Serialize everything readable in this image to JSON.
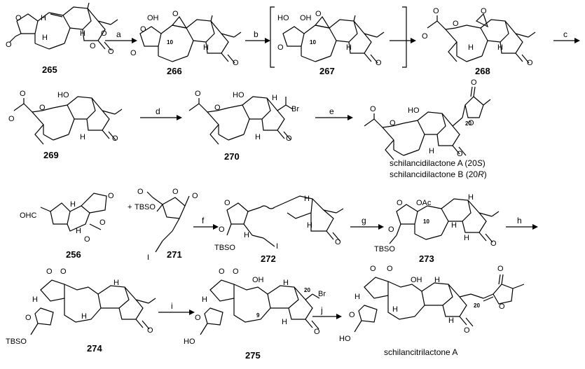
{
  "compounds": {
    "c265": "265",
    "c266": "266",
    "c267": "267",
    "c268": "268",
    "c269": "269",
    "c270": "270",
    "c256": "256",
    "c271": "271",
    "c272": "272",
    "c273": "273",
    "c274": "274",
    "c275": "275"
  },
  "steps": {
    "a": "a",
    "b": "b",
    "c": "c",
    "d": "d",
    "e": "e",
    "f": "f",
    "g": "g",
    "h": "h",
    "i": "i",
    "j": "j"
  },
  "atoms": {
    "o": "O",
    "h": "H",
    "oh": "OH",
    "ho": "HO",
    "br": "Br",
    "ohc": "OHC",
    "tbso": "TBSO",
    "oac": "OAc",
    "i": "I",
    "plus": "+",
    "n10": "10",
    "n20": "20",
    "n9": "9"
  },
  "products": {
    "a_name": "schilancidilactone A (20",
    "a_stereo": "S",
    "b_name": "schilancidilactone B (20",
    "b_stereo": "R",
    "close": ")",
    "c_name": "schilancitrilactone A"
  },
  "colors": {
    "ink": "#000000",
    "background": "#ffffff"
  }
}
